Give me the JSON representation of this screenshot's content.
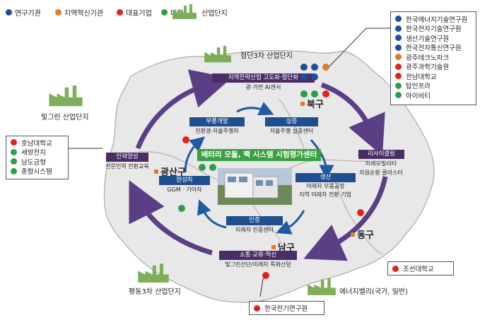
{
  "legend": {
    "items": [
      {
        "label": "연구기관",
        "color": "#1f4f9a"
      },
      {
        "label": "지역혁신기관",
        "color": "#e07b2a"
      },
      {
        "label": "대표기업",
        "color": "#e2231a"
      },
      {
        "label": "대학",
        "color": "#2aa04a"
      }
    ],
    "industrial_label": "산업단지"
  },
  "industrial_complexes": {
    "cheomdan3": "첨단3차 산업단지",
    "bitgreen": "빛그린 산업단지",
    "pyeongdong3": "평동3차 산업단지",
    "energy_valley": "에너지밸리(국가, 일반)"
  },
  "districts": {
    "buk": "북구",
    "gwangsan": "광산구",
    "dong": "동구",
    "nam": "남구"
  },
  "center_title": "배터리 모듈, 팩 시스템 시험평가센터",
  "nodes": {
    "top": {
      "title": "지역전략산업 고도화·첨단화",
      "sub": "광·가전 AI센서"
    },
    "right": {
      "title": "리사이클링",
      "sub1": "미래모빌리티",
      "sub2": "자원순환 클러스터"
    },
    "bottom": {
      "title": "소통·교류·혁신",
      "sub": "빛그린산단/미래차 특화산단"
    },
    "left": {
      "title": "인력양성",
      "sub": "전문인력 전환교육"
    },
    "inner_buyong": {
      "title": "부품개발",
      "sub": "친환경·자율주행차"
    },
    "inner_silcheung": {
      "title": "실증",
      "sub": "자율주행 실증센터"
    },
    "inner_saengsan": {
      "title": "생산",
      "sub1": "미래차 부품공장",
      "sub2": "지역 미래차 전환 기업"
    },
    "inner_injeung": {
      "title": "인증",
      "sub": "미래차 인증센터"
    },
    "inner_wanseongcha": {
      "title": "완성차",
      "sub": "GGM · 기아차"
    }
  },
  "top_right_list": [
    {
      "label": "한국에너지기술연구원",
      "color": "#1f4f9a"
    },
    {
      "label": "한국전자기술연구원",
      "color": "#1f4f9a"
    },
    {
      "label": "생산기술연구원",
      "color": "#1f4f9a"
    },
    {
      "label": "한국전자통신연구원",
      "color": "#1f4f9a"
    },
    {
      "label": "광주테크노파크",
      "color": "#e07b2a"
    },
    {
      "label": "광주과학기술원",
      "color": "#e2231a"
    },
    {
      "label": "전남대학교",
      "color": "#e2231a"
    },
    {
      "label": "탑인프라",
      "color": "#2aa04a"
    },
    {
      "label": "아이비티",
      "color": "#2aa04a"
    }
  ],
  "left_list": [
    {
      "label": "호남대학교",
      "color": "#e2231a"
    },
    {
      "label": "세방전지",
      "color": "#2aa04a"
    },
    {
      "label": "남도금형",
      "color": "#2aa04a"
    },
    {
      "label": "종합시스템",
      "color": "#2aa04a"
    }
  ],
  "chosun_box": {
    "label": "조선대학교",
    "color": "#e2231a"
  },
  "keri_box": {
    "label": "한국전기연구원",
    "color": "#e2231a"
  }
}
